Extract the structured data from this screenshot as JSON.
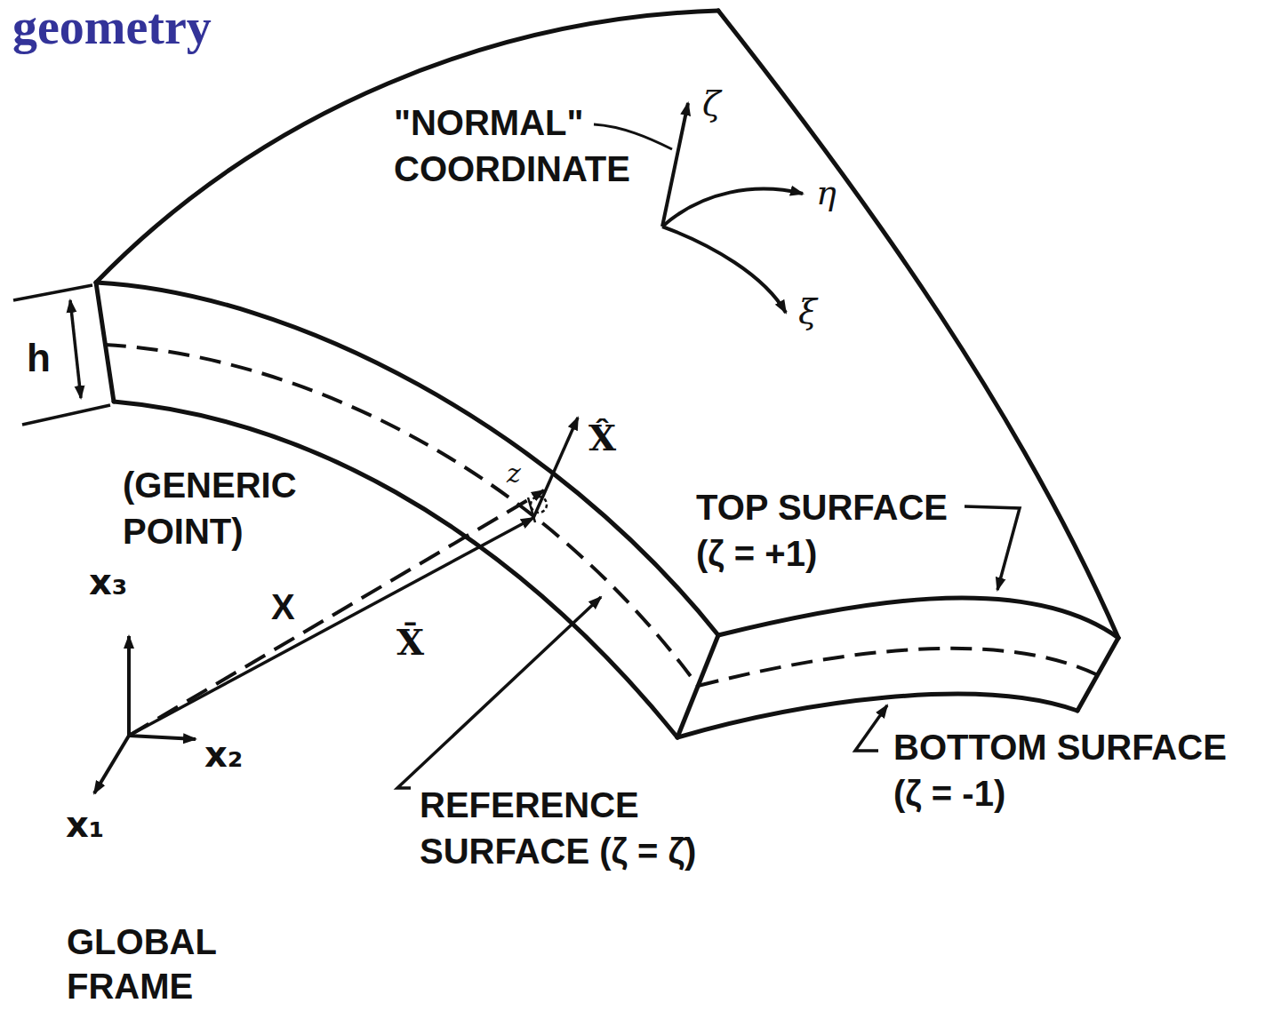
{
  "diagram": {
    "title": "geometry",
    "labels": [
      "\"NORMAL\" COORDINATE",
      "ζ",
      "η",
      "ξ",
      "h",
      "(GENERIC POINT)",
      "X̂",
      "TOP SURFACE (ζ = +1)",
      "x₃",
      "X",
      "X̄",
      "z",
      "x₂",
      "BOTTOM SURFACE (ζ = -1)",
      "x₁",
      "REFERENCE SURFACE (ζ = ζ̄)",
      "GLOBAL FRAME"
    ]
  }
}
